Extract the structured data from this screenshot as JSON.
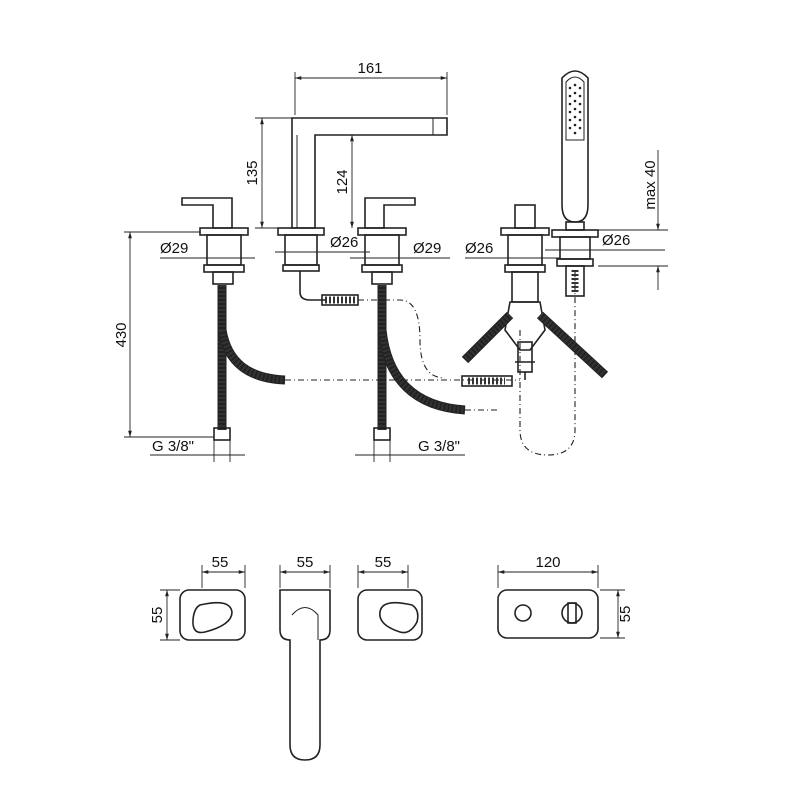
{
  "front_view": {
    "spout_reach": "161",
    "spout_height_total": "135",
    "spout_height_outlet": "124",
    "shower_max": "max 40",
    "left_valve_dia": "Ø29",
    "spout_dia": "Ø26",
    "right_valve_dia": "Ø29",
    "diverter_dia": "Ø26",
    "shower_holder_dia": "Ø26",
    "hose_length": "430",
    "left_thread": "G 3/8\"",
    "right_thread": "G 3/8\""
  },
  "top_view": {
    "left_handle_width": "55",
    "left_handle_depth": "55",
    "spout_width": "55",
    "right_handle_width": "55",
    "diverter_plate_width": "120",
    "diverter_plate_depth": "55"
  }
}
